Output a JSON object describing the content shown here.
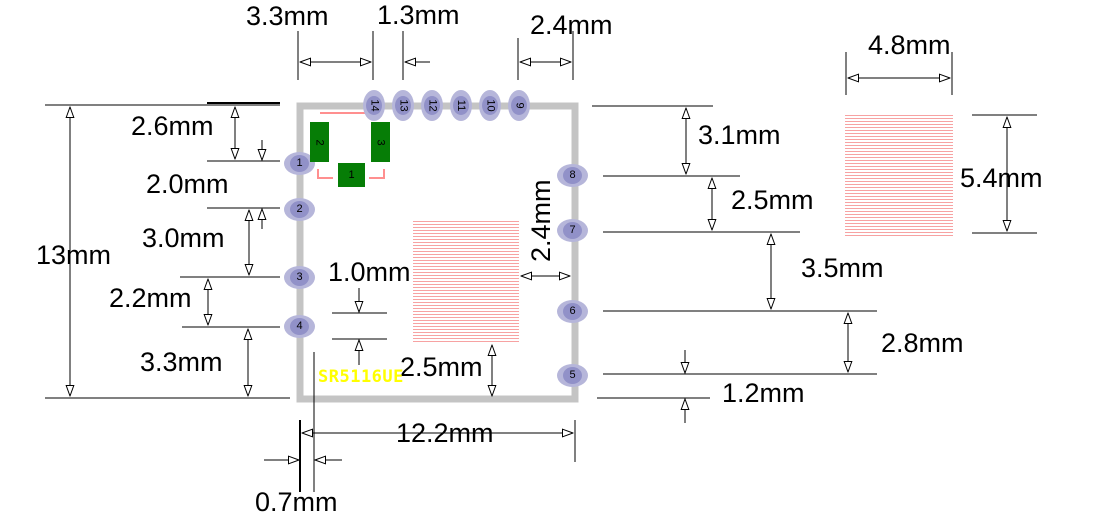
{
  "drawing": {
    "part_number": "SR5116UE",
    "unit": "mm"
  },
  "dims": {
    "top_left_to_pin14": "3.3mm",
    "top_pin_pitch": "1.3mm",
    "top_pin9_to_edge": "2.4mm",
    "ext_pad_width": "4.8mm",
    "ext_pad_height": "5.4mm",
    "left_edge_to_pin1": "2.6mm",
    "left_pin1_pin2": "2.0mm",
    "left_total_height": "13mm",
    "left_pin2_pin3": "3.0mm",
    "left_pin3_pin4": "2.2mm",
    "left_pin4_to_bottom": "3.3mm",
    "right_edge_to_pin8": "3.1mm",
    "right_pin8_pin7": "2.5mm",
    "right_pin7_pin6": "3.5mm",
    "right_pin6_pin5": "2.8mm",
    "right_pin5_to_bottom": "1.2mm",
    "center_pad_to_right_edge": "2.4mm",
    "center_gap": "1.0mm",
    "center_pad_to_bottom": "2.5mm",
    "bottom_total_width": "12.2mm",
    "bottom_edge_offset": "0.7mm"
  },
  "pads": {
    "top": [
      "14",
      "13",
      "12",
      "11",
      "10",
      "9"
    ],
    "left": [
      "1",
      "2",
      "3",
      "4"
    ],
    "right": [
      "8",
      "7",
      "6",
      "5"
    ]
  },
  "components": {
    "c1": "1",
    "c2": "2",
    "c3": "3"
  }
}
